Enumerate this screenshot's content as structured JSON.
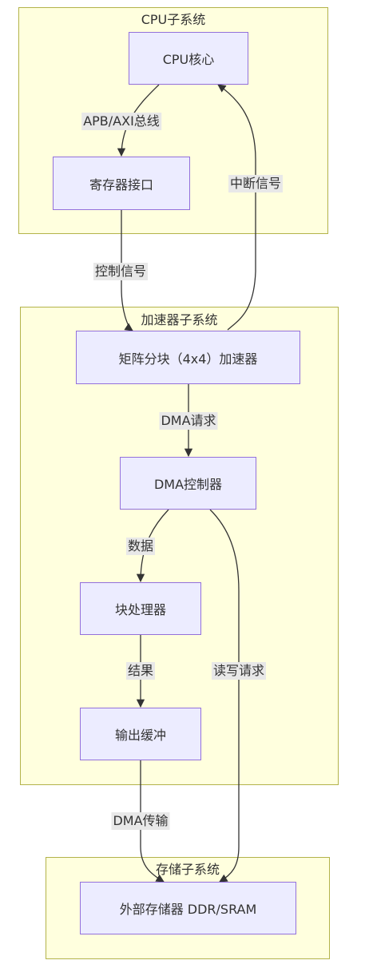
{
  "clusters": {
    "cpu": "CPU子系统",
    "accel": "加速器子系统",
    "mem": "存储子系统"
  },
  "nodes": {
    "cpu_core": "CPU核心",
    "reg_if": "寄存器接口",
    "matrix": "矩阵分块（4x4）加速器",
    "dma": "DMA控制器",
    "block_proc": "块处理器",
    "out_buf": "输出缓冲",
    "ext_mem": "外部存储器 DDR/SRAM"
  },
  "edges": {
    "apb": "APB/AXI总线",
    "irq": "中断信号",
    "ctrl": "控制信号",
    "dma_req": "DMA请求",
    "data": "数据",
    "result": "结果",
    "rw_req": "读写请求",
    "dma_xfer": "DMA传输"
  },
  "colors": {
    "cluster_fill": "#ffffde",
    "cluster_border": "#b3b34a",
    "node_fill": "#ececff",
    "node_border": "#9370db",
    "edge": "#333333",
    "label_bg": "#e8e8e8"
  }
}
